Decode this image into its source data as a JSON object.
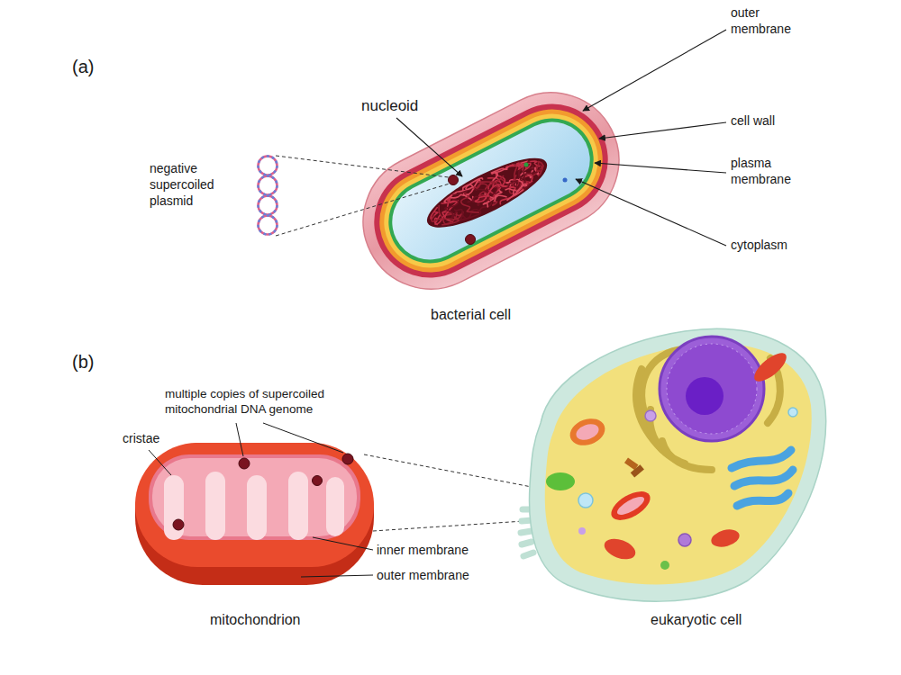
{
  "diagram": {
    "labels": [
      "(a)",
      "nucleoid",
      "outer membrane",
      "negative supercoiled plasmid",
      "cell wall",
      "plasma membrane",
      "cytoplasm",
      "bacterial cell",
      "(b)",
      "multiple copies of supercoiled mitochondrial DNA genome",
      "cristae",
      "inner membrane",
      "outer membrane",
      "mitochondrion",
      "eukaryotic cell"
    ]
  }
}
